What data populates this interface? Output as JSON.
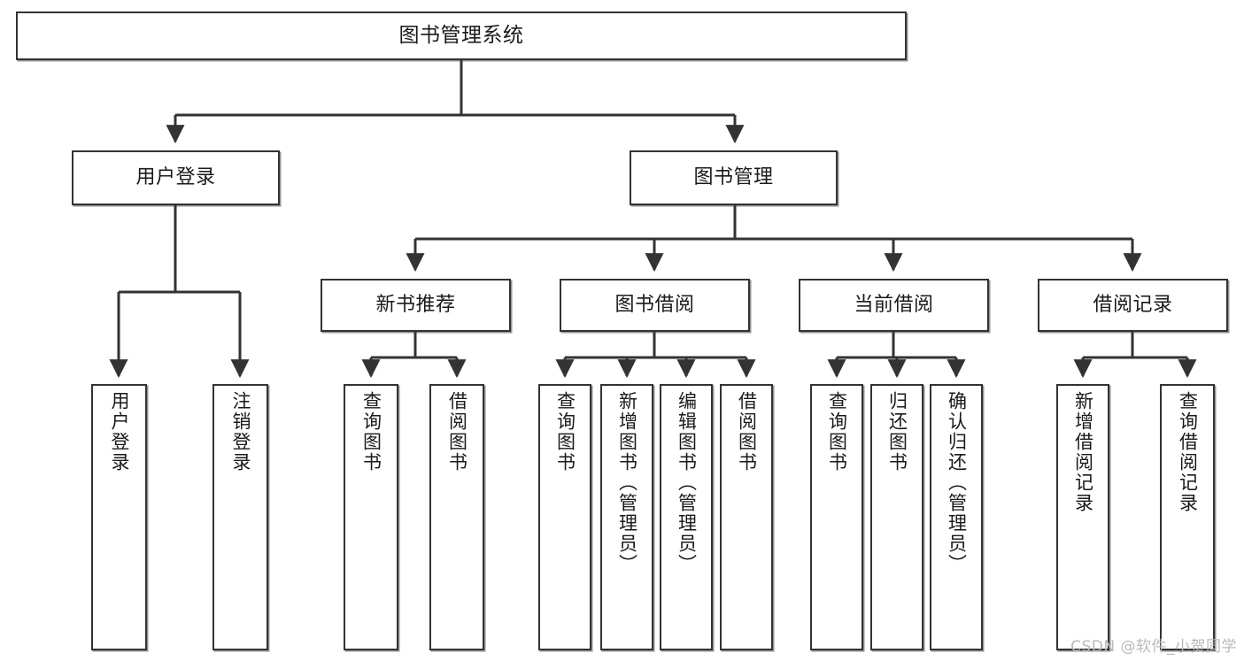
{
  "diagram": {
    "type": "tree-hierarchy-chart",
    "title_text": "图书管理系统",
    "watermark": "CSDN @软件_小贺同学",
    "colors": {
      "box_stroke": "#333333",
      "box_fill": "#ffffff",
      "edge_stroke": "#333333",
      "text": "#1a1a1a",
      "watermark": "#b9b9b9"
    },
    "nodes": {
      "root": {
        "label": "图书管理系统"
      },
      "level2": [
        {
          "id": "user-login",
          "label": "用户登录"
        },
        {
          "id": "book-management",
          "label": "图书管理"
        }
      ],
      "level3": [
        {
          "id": "new-book-recommend",
          "label": "新书推荐"
        },
        {
          "id": "book-borrow",
          "label": "图书借阅"
        },
        {
          "id": "current-borrow",
          "label": "当前借阅"
        },
        {
          "id": "borrow-record",
          "label": "借阅记录"
        }
      ],
      "leaves": {
        "user_login": [
          {
            "id": "leaf-user-login",
            "label": "用户登录"
          },
          {
            "id": "leaf-logout-login",
            "label": "注销登录"
          }
        ],
        "new_book_recommend": [
          {
            "id": "leaf-query-book-1",
            "label": "查询图书"
          },
          {
            "id": "leaf-borrow-book-1",
            "label": "借阅图书"
          }
        ],
        "book_borrow": [
          {
            "id": "leaf-query-book-2",
            "label": "查询图书"
          },
          {
            "id": "leaf-add-book",
            "label": "新增图书（管理员）"
          },
          {
            "id": "leaf-edit-book",
            "label": "编辑图书（管理员）"
          },
          {
            "id": "leaf-borrow-book-2",
            "label": "借阅图书"
          }
        ],
        "current_borrow": [
          {
            "id": "leaf-query-book-3",
            "label": "查询图书"
          },
          {
            "id": "leaf-return-book",
            "label": "归还图书"
          },
          {
            "id": "leaf-confirm-return",
            "label": "确认归还（管理员）"
          }
        ],
        "borrow_record": [
          {
            "id": "leaf-add-record",
            "label": "新增借阅记录"
          },
          {
            "id": "leaf-query-record",
            "label": "查询借阅记录"
          }
        ]
      }
    }
  }
}
